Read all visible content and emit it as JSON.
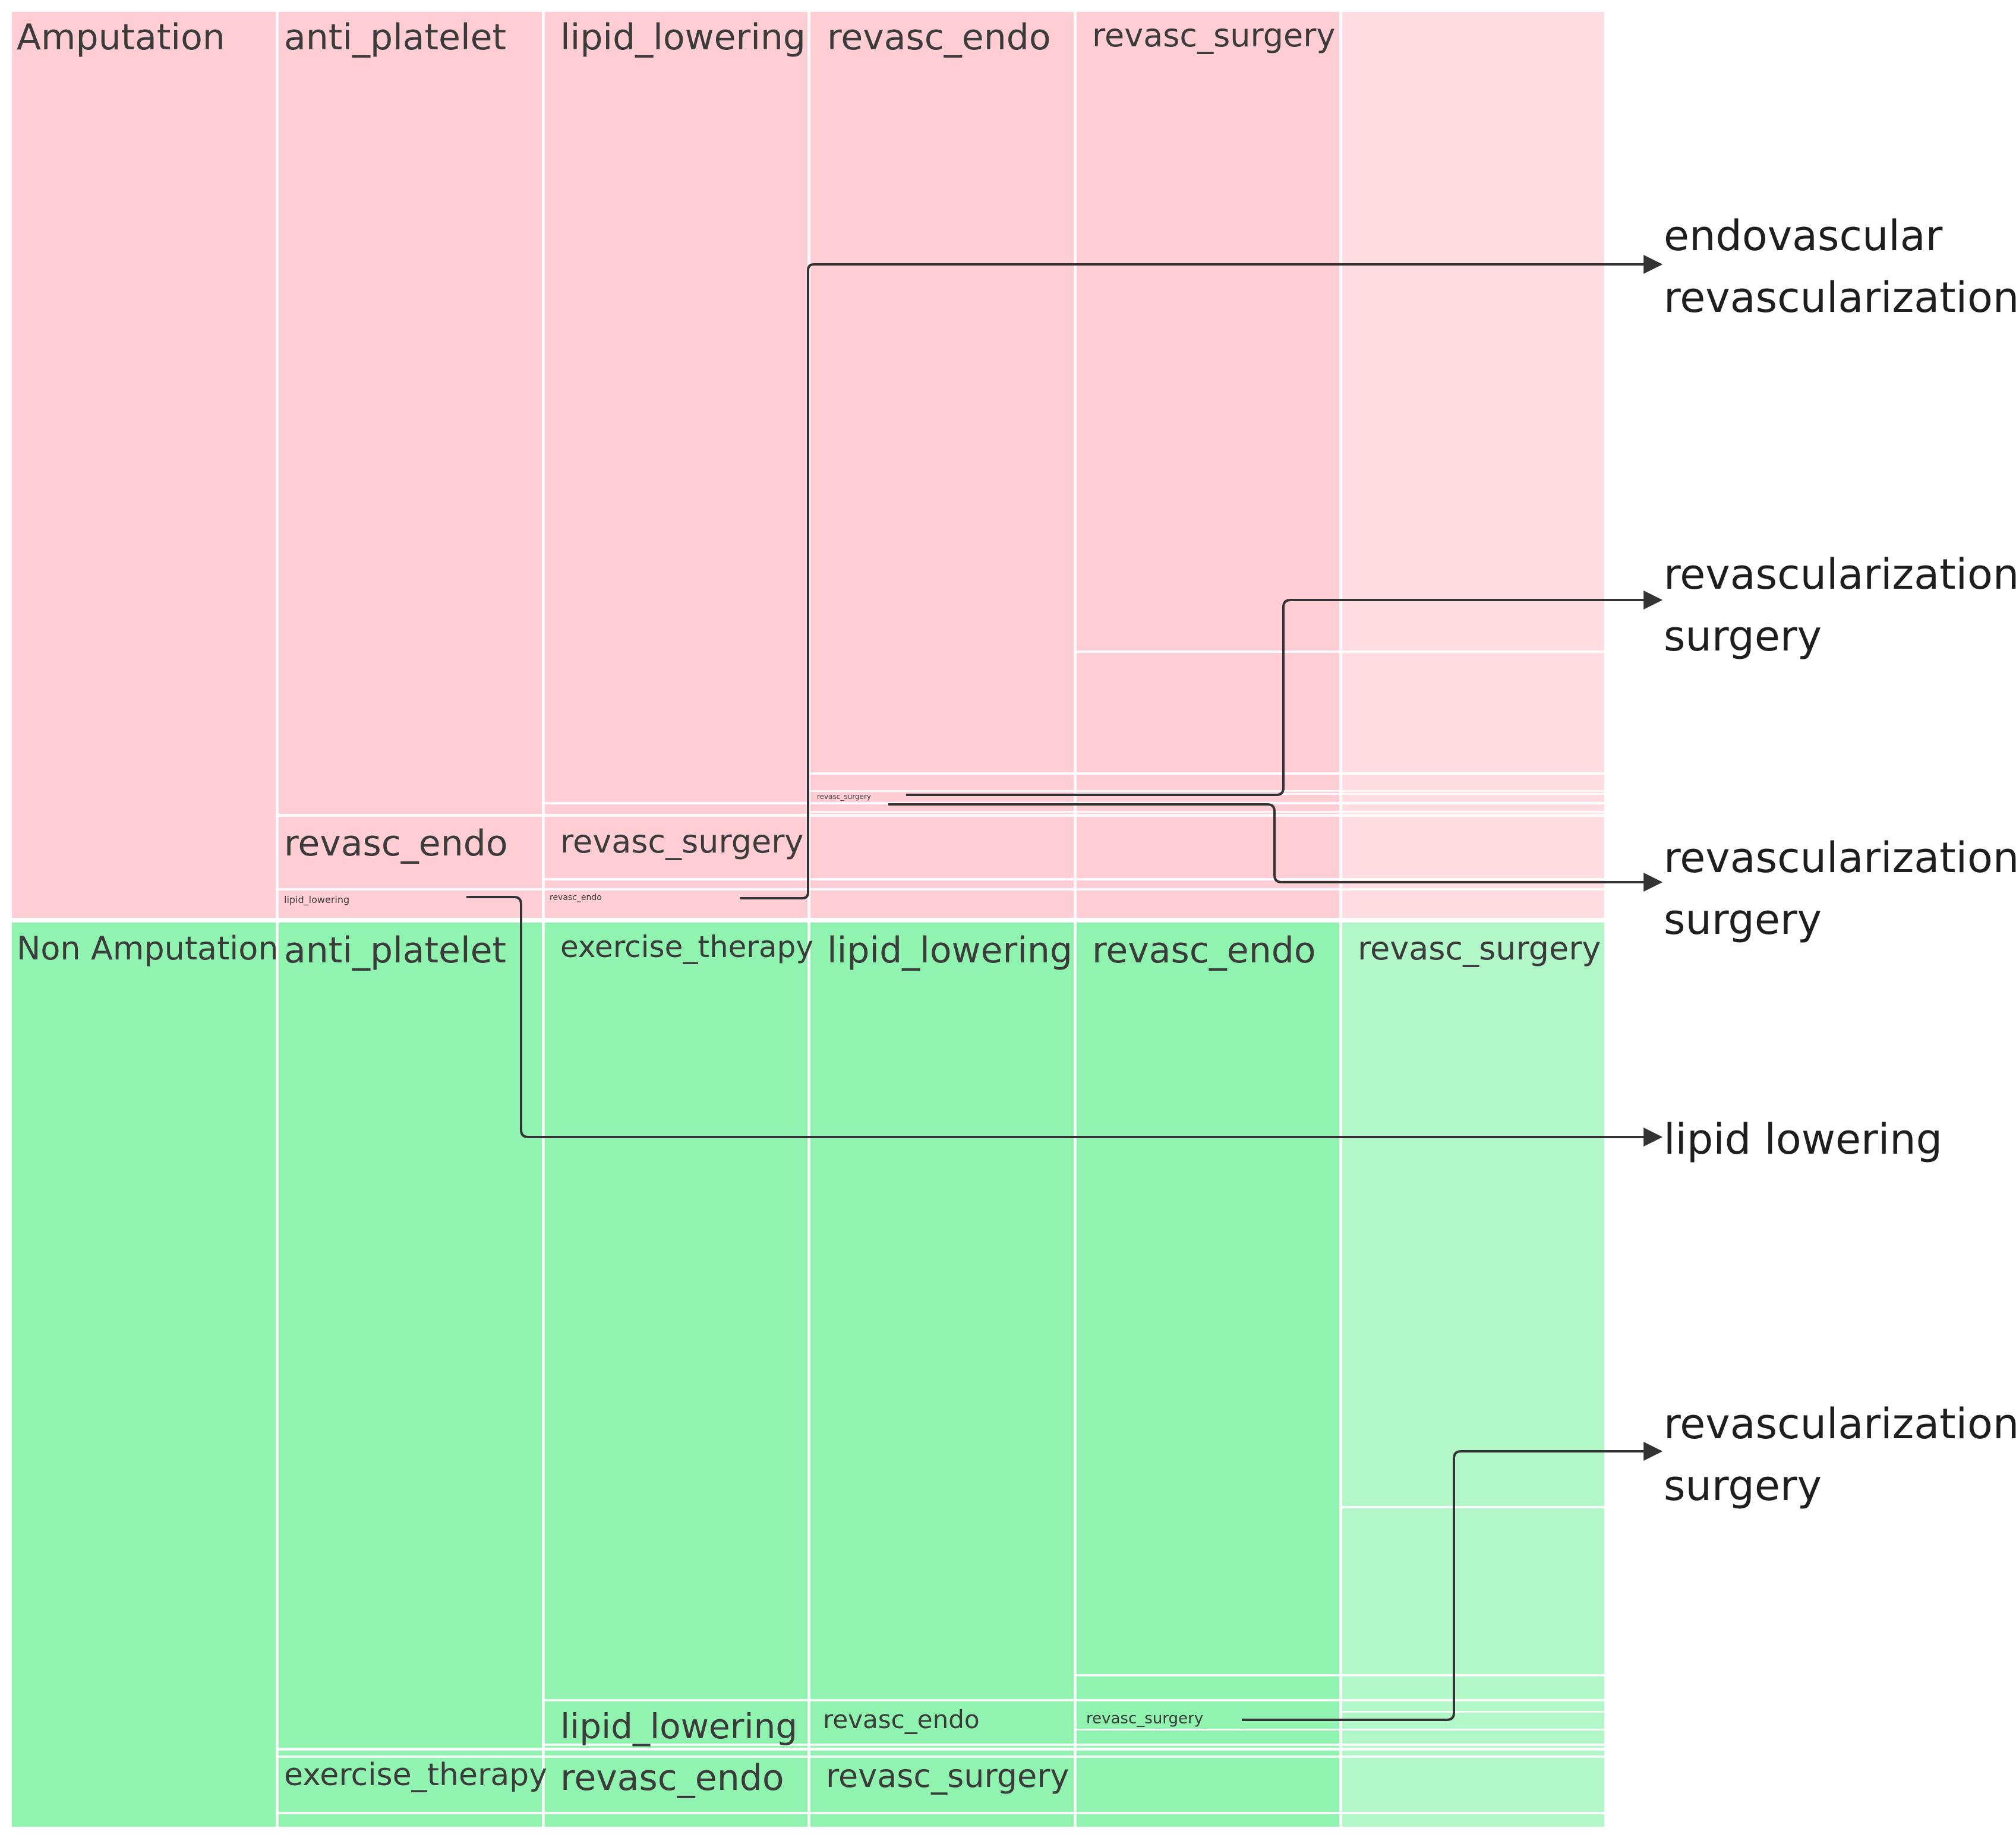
{
  "colors": {
    "amputation": "#ffcdd4",
    "amputation_light": "#ffdde2",
    "non_amputation": "#90f4b0",
    "non_amputation_light": "#b2f7c8",
    "divider": "#ffffff",
    "arrow": "#333333"
  },
  "treemap": {
    "amputation": {
      "label": "Amputation",
      "level1": [
        "anti_platelet",
        "revasc_endo",
        "lipid_lowering"
      ],
      "level2": [
        "lipid_lowering",
        "revasc_surgery",
        "revasc_endo"
      ],
      "level3": [
        "revasc_endo",
        "revasc_surgery"
      ],
      "level4": [
        "revasc_surgery"
      ]
    },
    "non_amputation": {
      "label": "Non Amputation",
      "level1": [
        "anti_platelet",
        "exercise_therapy"
      ],
      "level2": [
        "exercise_therapy",
        "lipid_lowering",
        "revasc_endo"
      ],
      "level3": [
        "lipid_lowering",
        "revasc_endo",
        "revasc_surgery"
      ],
      "level4": [
        "revasc_endo",
        "revasc_surgery"
      ],
      "level5": [
        "revasc_surgery"
      ]
    }
  },
  "annotations": [
    {
      "line1": "endovascular",
      "line2": "revascularization"
    },
    {
      "line1": "revascularization",
      "line2": "surgery"
    },
    {
      "line1": "revascularization",
      "line2": "surgery"
    },
    {
      "line1": "lipid lowering",
      "line2": ""
    },
    {
      "line1": "revascularization",
      "line2": "surgery"
    }
  ]
}
